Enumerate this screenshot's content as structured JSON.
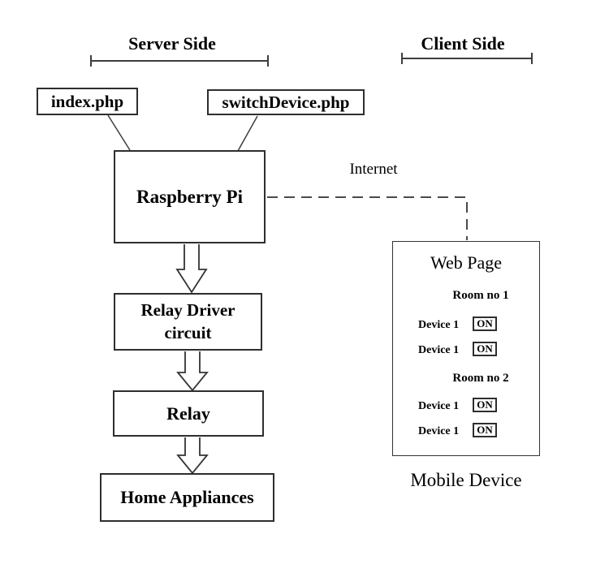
{
  "colors": {
    "background": "#ffffff",
    "text": "#000000",
    "line": "#3d3d3d",
    "dashed_line": "#4a4a4a",
    "border": "#2e2e2e"
  },
  "sections": {
    "server_side": "Server Side",
    "client_side": "Client Side"
  },
  "nodes": {
    "index_php": "index.php",
    "switch_device_php": "switchDevice.php",
    "raspberry_pi": "Raspberry Pi",
    "relay_driver_line1": "Relay Driver",
    "relay_driver_line2": "circuit",
    "relay": "Relay",
    "home_appliances": "Home Appliances"
  },
  "links": {
    "internet": "Internet"
  },
  "web_page": {
    "title": "Web Page",
    "rooms": [
      {
        "name": "Room no 1",
        "devices": [
          {
            "label": "Device 1",
            "state": "ON"
          },
          {
            "label": "Device 1",
            "state": "ON"
          }
        ]
      },
      {
        "name": "Room no 2",
        "devices": [
          {
            "label": "Device 1",
            "state": "ON"
          },
          {
            "label": "Device 1",
            "state": "ON"
          }
        ]
      }
    ],
    "caption": "Mobile Device"
  }
}
